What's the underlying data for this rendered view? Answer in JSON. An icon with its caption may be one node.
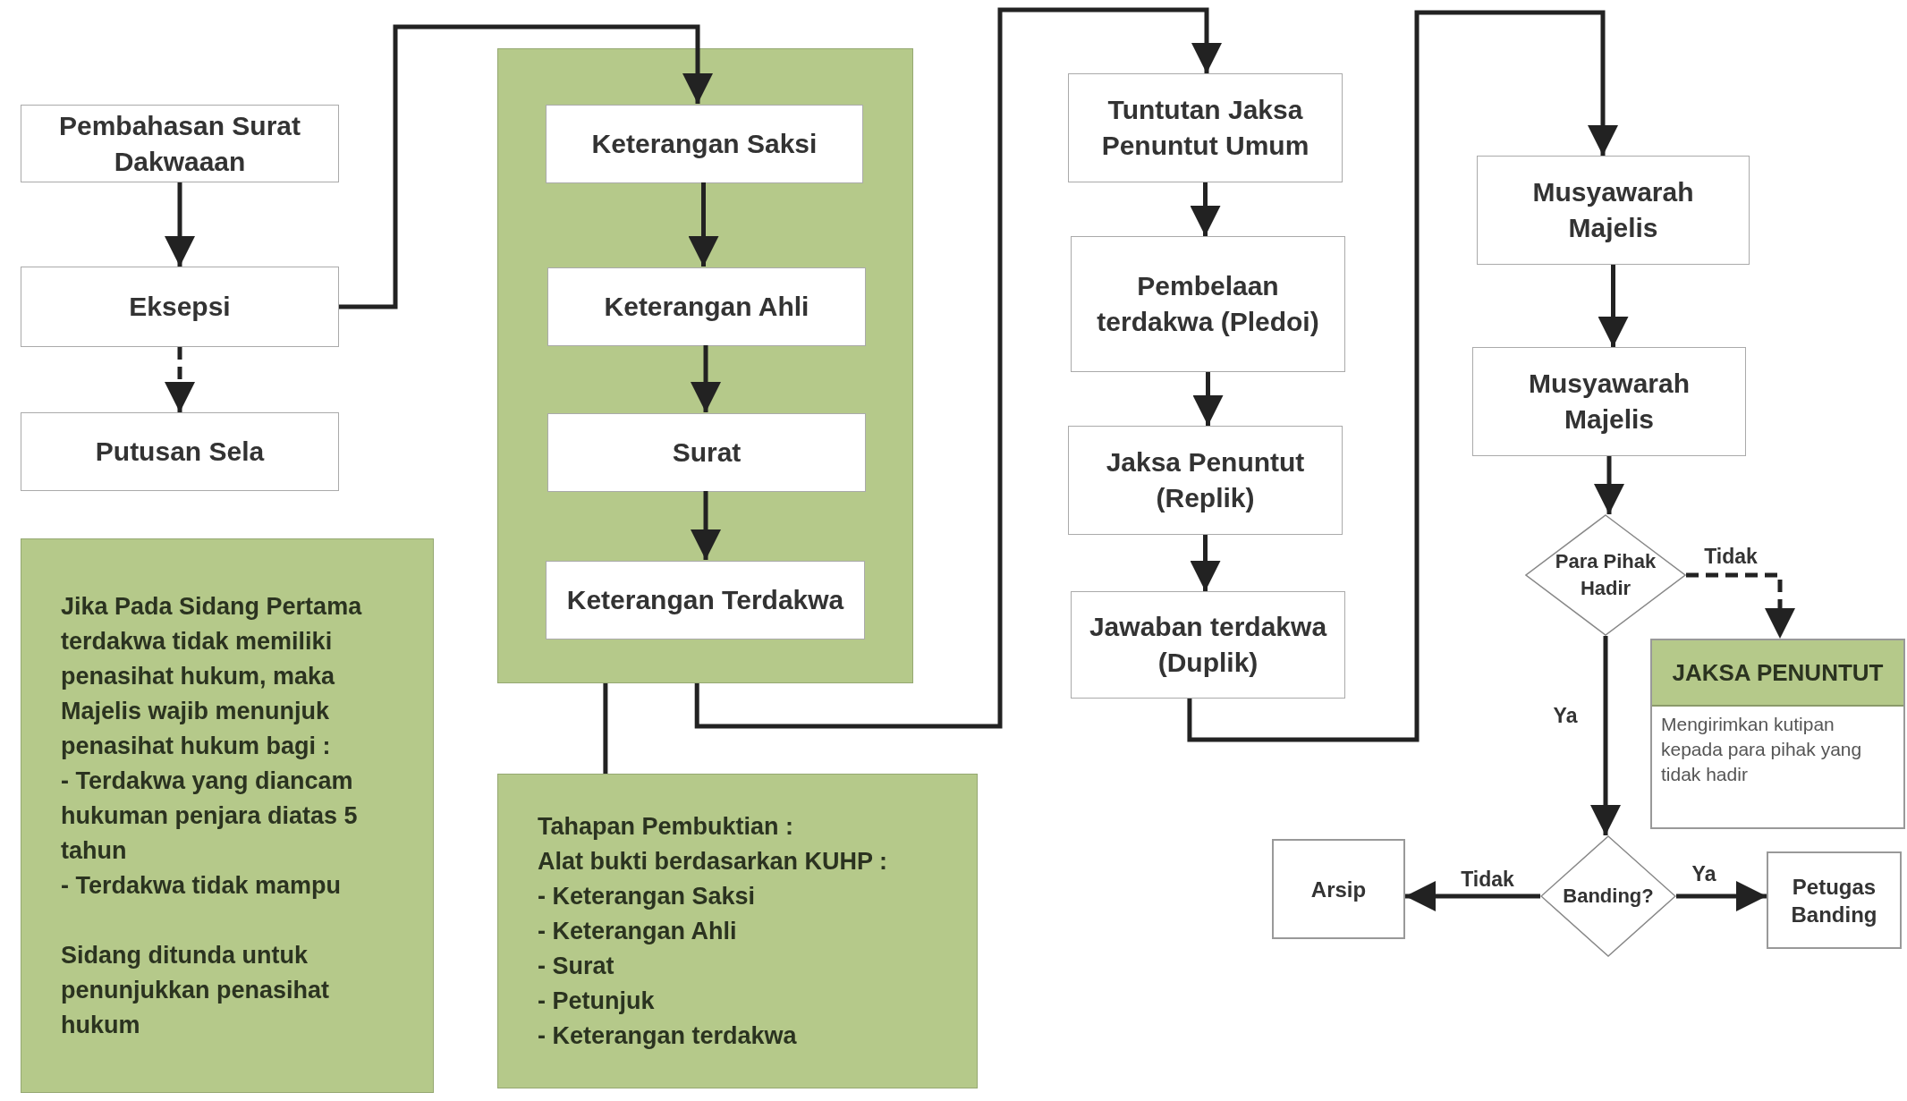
{
  "diagram": {
    "nodes": [
      {
        "text": [
          "Pembahasan Surat Dakwaaan"
        ]
      },
      {
        "text": [
          "Eksepsi"
        ]
      },
      {
        "text": [
          "Putusan Sela"
        ]
      },
      {
        "text": [
          "Jika Pada Sidang Pertama terdakwa tidak memiliki penasihat hukum, maka Majelis wajib menunjuk penasihat hukum bagi :",
          "- Terdakwa yang diancam hukuman penjara diatas 5 tahun",
          "- Terdakwa tidak mampu",
          "Sidang ditunda untuk penunjukkan penasihat hukum"
        ]
      },
      {
        "text": [],
        "shape": "box"
      },
      {
        "text": [
          "Keterangan Saksi"
        ],
        "in": 4
      },
      {
        "text": [
          "Keterangan Ahli"
        ],
        "in": 4
      },
      {
        "text": [
          "Surat"
        ],
        "in": 4
      },
      {
        "text": [
          "Keterangan Terdakwa"
        ],
        "in": 4
      },
      {
        "text": [
          "Tahapan Pembuktian :",
          "Alat bukti berdasarkan KUHP :",
          "- Keterangan Saksi",
          "- Keterangan Ahli",
          "- Surat",
          "- Petunjuk",
          "- Keterangan terdakwa"
        ]
      },
      {
        "text": [
          "Tuntutan Jaksa Penuntut Umum"
        ]
      },
      {
        "text": [
          "Pembelaan terdakwa (Pledoi)"
        ]
      },
      {
        "text": [
          "Jaksa Penuntut (Replik)"
        ]
      },
      {
        "text": [
          "Jawaban terdakwa (Duplik)"
        ]
      },
      {
        "text": [
          "Musyawarah Majelis"
        ]
      },
      {
        "text": [
          "Musyawarah Majelis"
        ]
      },
      {
        "text": [
          "Para Pihak Hadir"
        ]
      },
      {
        "text": [
          "JAKSA PENUNTUT",
          "Mengirimkan kutipan kepada para pihak yang tidak hadir"
        ]
      },
      {
        "text": [
          "Banding?"
        ]
      },
      {
        "text": [
          "Arsip"
        ]
      },
      {
        "text": [
          "Petugas Banding"
        ]
      }
    ],
    "edges": [
      {
        "from": 0,
        "to": 1,
        "arrow": "to"
      },
      {
        "from": 1,
        "to": 2,
        "arrow": "to",
        "style": "dashed"
      },
      {
        "from": 1,
        "to": 5,
        "arrow": "to"
      },
      {
        "from": 5,
        "to": 6,
        "arrow": "to"
      },
      {
        "from": 6,
        "to": 7,
        "arrow": "to"
      },
      {
        "from": 7,
        "to": 8,
        "arrow": "to"
      },
      {
        "from": 4,
        "to": 9,
        "arrow": "none"
      },
      {
        "from": 4,
        "to": 10,
        "arrow": "to"
      },
      {
        "from": 10,
        "to": 11,
        "arrow": "to"
      },
      {
        "from": 11,
        "to": 12,
        "arrow": "to"
      },
      {
        "from": 12,
        "to": 13,
        "arrow": "to"
      },
      {
        "from": 13,
        "to": 14,
        "arrow": "to"
      },
      {
        "from": 14,
        "to": 15,
        "arrow": "to"
      },
      {
        "from": 15,
        "to": 16,
        "arrow": "to"
      },
      {
        "from": 16,
        "to": 17,
        "arrow": "to",
        "style": "dashed",
        "label": "Tidak"
      },
      {
        "from": 16,
        "to": 18,
        "arrow": "to",
        "label": "Ya"
      },
      {
        "from": 18,
        "to": 19,
        "arrow": "to",
        "label": "Tidak"
      },
      {
        "from": 18,
        "to": 20,
        "arrow": "to",
        "label": "Ya"
      }
    ]
  }
}
